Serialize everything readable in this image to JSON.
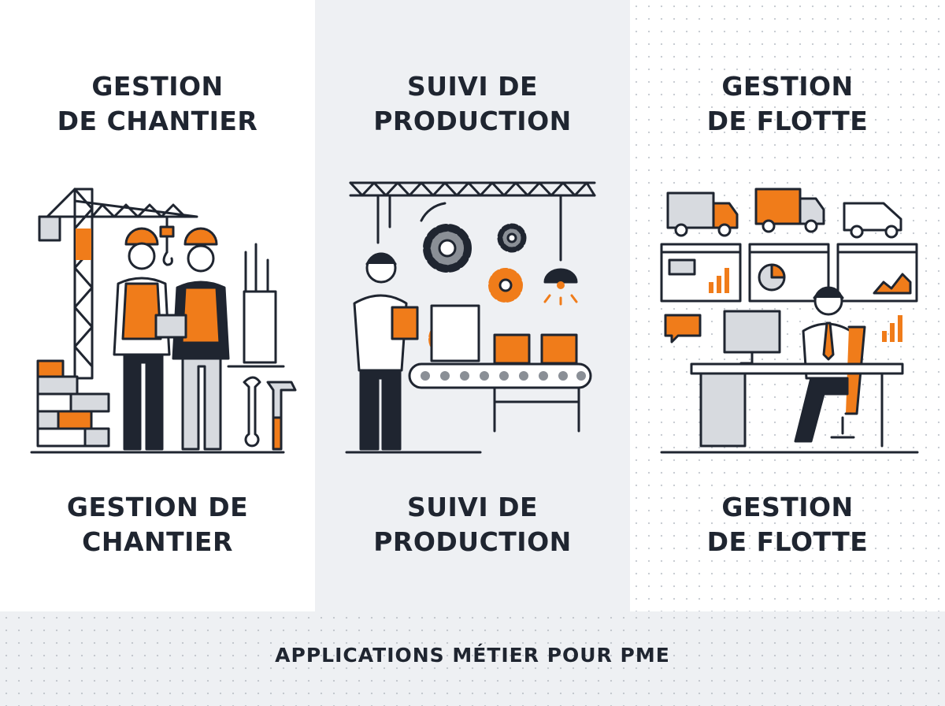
{
  "colors": {
    "accent": "#f07c1a",
    "ink": "#1f2530",
    "gray": "#8a8f96"
  },
  "panels": [
    {
      "id": "chantier",
      "title_top": [
        "GESTION",
        "DE CHANTIER"
      ],
      "title_bottom": [
        "GESTION DE",
        "CHANTIER"
      ],
      "illustration": "construction-site-icon"
    },
    {
      "id": "production",
      "title_top": [
        "SUIVI DE",
        "PRODUCTION"
      ],
      "title_bottom": [
        "SUIVI DE",
        "PRODUCTION"
      ],
      "illustration": "production-line-icon"
    },
    {
      "id": "flotte",
      "title_top": [
        "GESTION",
        "DE FLOTTE"
      ],
      "title_bottom": [
        "GESTION",
        "DE FLOTTE"
      ],
      "illustration": "fleet-management-icon"
    }
  ],
  "footer": {
    "title": "APPLICATIONS MÉTIER POUR PME"
  }
}
